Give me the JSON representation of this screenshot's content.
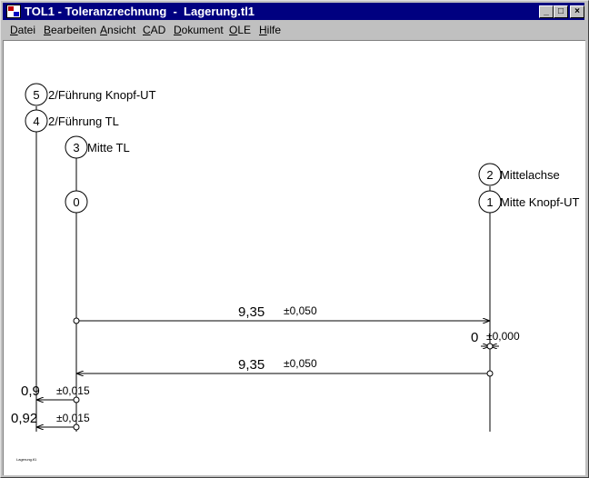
{
  "window": {
    "title": "TOL1 - Toleranzrechnung  -  Lagerung.tl1",
    "btn_minimize": "_",
    "btn_maximize": "□",
    "btn_close": "×"
  },
  "menu": [
    {
      "name": "menu-datei",
      "label": "Datei",
      "u": "D",
      "rest": "atei"
    },
    {
      "name": "menu-bearbeiten",
      "label": "Bearbeiten",
      "u": "B",
      "rest": "earbeiten"
    },
    {
      "name": "menu-ansicht",
      "label": "Ansicht",
      "u": "A",
      "rest": "nsicht"
    },
    {
      "name": "menu-cad",
      "label": "CAD",
      "u": "C",
      "rest": "AD"
    },
    {
      "name": "menu-dokument",
      "label": "Dokument",
      "u": "D",
      "rest": "okument"
    },
    {
      "name": "menu-ole",
      "label": "OLE",
      "u": "O",
      "rest": "LE"
    },
    {
      "name": "menu-hilfe",
      "label": "Hilfe",
      "u": "H",
      "rest": "ilfe"
    }
  ],
  "nodes": [
    {
      "id": "5",
      "label": "2/Führung Knopf-UT"
    },
    {
      "id": "4",
      "label": "2/Führung TL"
    },
    {
      "id": "3",
      "label": "Mitte TL"
    },
    {
      "id": "2",
      "label": "Mittelachse"
    },
    {
      "id": "0",
      "label": ""
    },
    {
      "id": "1",
      "label": "Mitte Knopf-UT"
    }
  ],
  "dimensions": [
    {
      "value": "9,35",
      "tol": "±0,050"
    },
    {
      "value": "0",
      "tol": "±0,000"
    },
    {
      "value": "9,35",
      "tol": "±0,050"
    },
    {
      "value": "0,9",
      "tol": "±0,015"
    },
    {
      "value": "0,92",
      "tol": "±0,015"
    }
  ],
  "footer": "Lagerung.tl1"
}
